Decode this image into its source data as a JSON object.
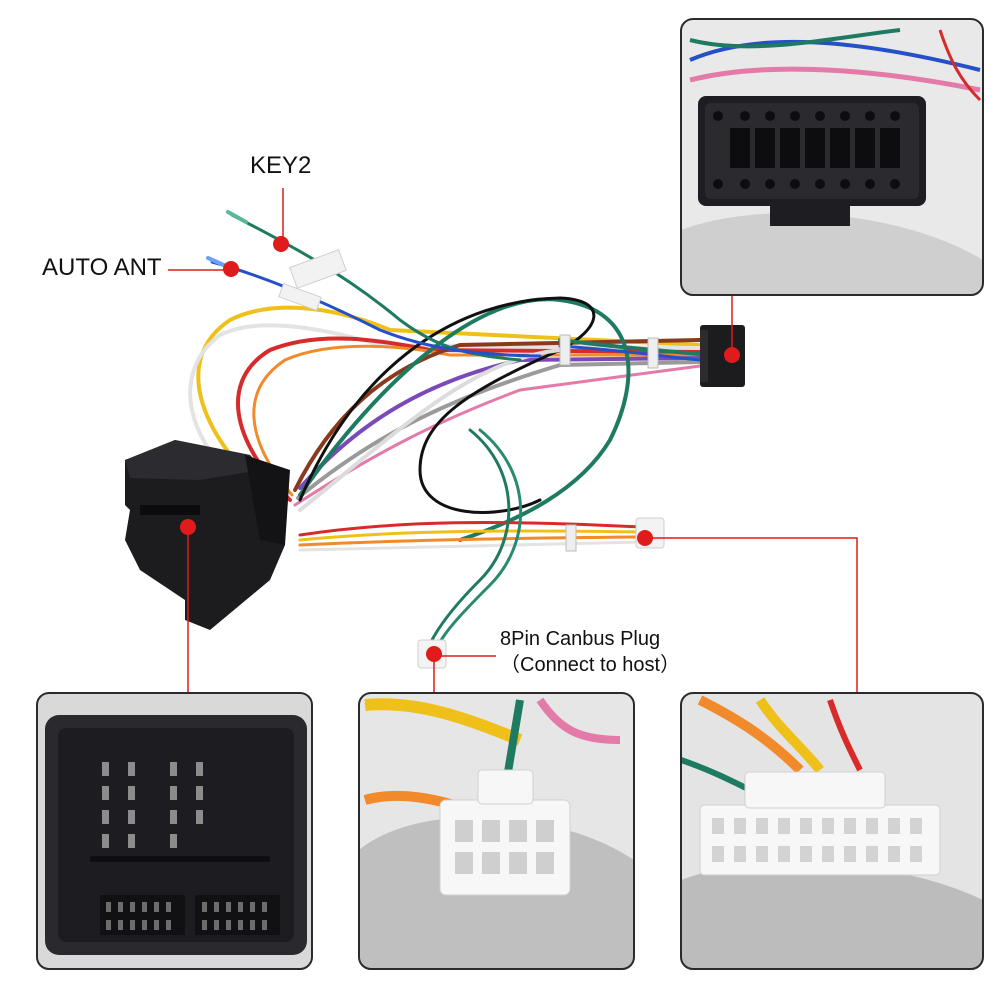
{
  "labels": {
    "key2": "KEY2",
    "auto_ant": "AUTO ANT",
    "canbus_title": "8Pin Canbus Plug",
    "canbus_sub": "（Connect to host）"
  },
  "colors": {
    "callout": "#e01b1b",
    "panel_border": "#2b2b2b",
    "connector_black": "#1c1c1f",
    "connector_white": "#f3f3f3",
    "wire_green": "#1f7a62",
    "wire_blue": "#2550c8",
    "wire_red": "#d72b2b",
    "wire_yellow": "#f0c01a",
    "wire_orange": "#f08a2a",
    "wire_purple": "#7a4bb8",
    "wire_gray": "#9a9a9a",
    "wire_black": "#111111",
    "wire_brown": "#8a3a1c",
    "wire_pink": "#e37aa8",
    "wire_white": "#e6e6e6"
  },
  "icons": {
    "main_connector": "square-harness-connector-icon",
    "radio_connector": "20pin-radio-connector-icon",
    "canbus_connector": "8pin-canbus-connector-icon",
    "white_plug": "20pin-white-plug-icon"
  }
}
